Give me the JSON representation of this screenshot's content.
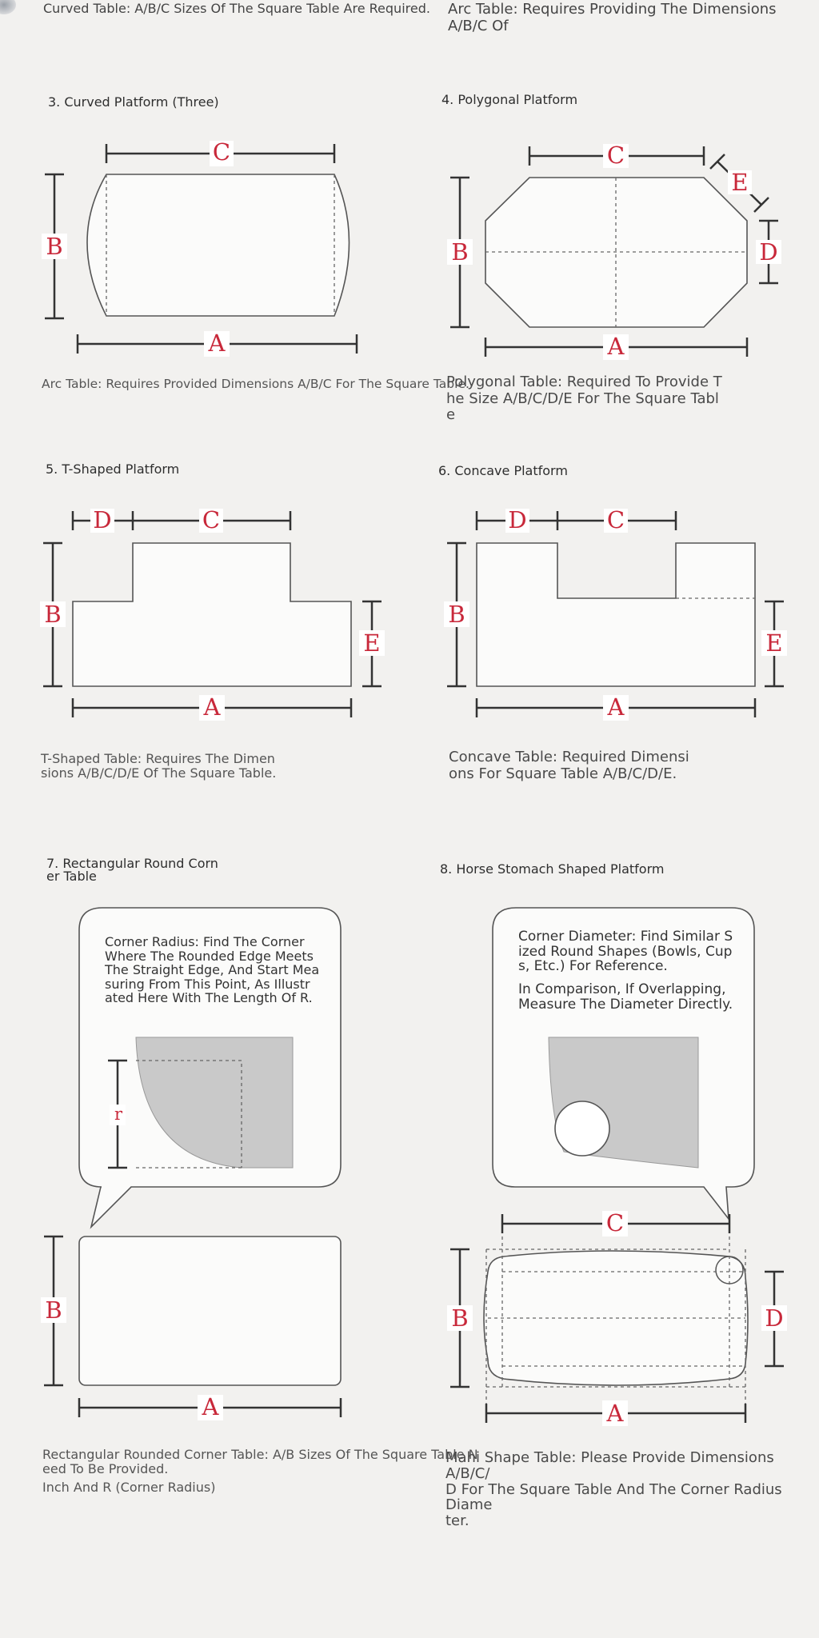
{
  "top": {
    "left_text": "Curved Table: A/B/C Sizes Of The Square Table Are Required.",
    "right_text": "Arc Table: Requires Providing The Dimensions A/B/C Of"
  },
  "sections": [
    {
      "id": "curved",
      "title": "3. Curved Platform (Three)",
      "caption_lines": [
        "Arc Table: Requires Provided Dimensions A/B/C For The Square Table."
      ],
      "labels": [
        "C",
        "B",
        "A"
      ]
    },
    {
      "id": "polygon",
      "title": "4. Polygonal Platform",
      "caption_lines": [
        "Polygonal Table: Required To Provide T",
        "he Size A/B/C/D/E For The Square Tabl",
        "e"
      ],
      "labels": [
        "C",
        "E",
        "B",
        "D",
        "A"
      ]
    },
    {
      "id": "tshape",
      "title": "5. T-Shaped Platform",
      "caption_lines": [
        "T-Shaped Table: Requires The Dimen",
        "sions A/B/C/D/E Of The Square Table."
      ],
      "labels": [
        "D",
        "C",
        "B",
        "E",
        "A"
      ]
    },
    {
      "id": "concave",
      "title": "6. Concave Platform",
      "caption_lines": [
        "Concave Table: Required Dimensi",
        "ons For Square Table A/B/C/D/E."
      ],
      "labels": [
        "D",
        "C",
        "B",
        "E",
        "A"
      ]
    },
    {
      "id": "roundcorner",
      "title_lines": [
        "7. Rectangular Round Corn",
        "er Table"
      ],
      "bubble_lines": [
        "Corner Radius: Find The Corner",
        "Where The Rounded Edge Meets",
        "The Straight Edge, And Start Mea",
        "suring From This Point, As Illustr",
        "ated Here With The Length Of R."
      ],
      "caption_lines": [
        "Rectangular Rounded Corner Table: A/B Sizes Of The Square Table N",
        "eed To Be Provided.",
        "Inch And R (Corner Radius)"
      ],
      "labels": [
        "r",
        "B",
        "A"
      ]
    },
    {
      "id": "horsestomach",
      "title": "8. Horse Stomach Shaped Platform",
      "bubble_lines": [
        "Corner Diameter: Find Similar S",
        "ized Round Shapes (Bowls, Cup",
        "s, Etc.) For Reference."
      ],
      "bubble_lines2": [
        "In Comparison, If Overlapping,",
        "Measure The Diameter Directly."
      ],
      "caption_lines": [
        "Mahi Shape Table: Please Provide Dimensions A/B/C/",
        "D For The Square Table And The Corner Radius Diame",
        "ter."
      ],
      "labels": [
        "C",
        "B",
        "D",
        "A"
      ]
    }
  ]
}
